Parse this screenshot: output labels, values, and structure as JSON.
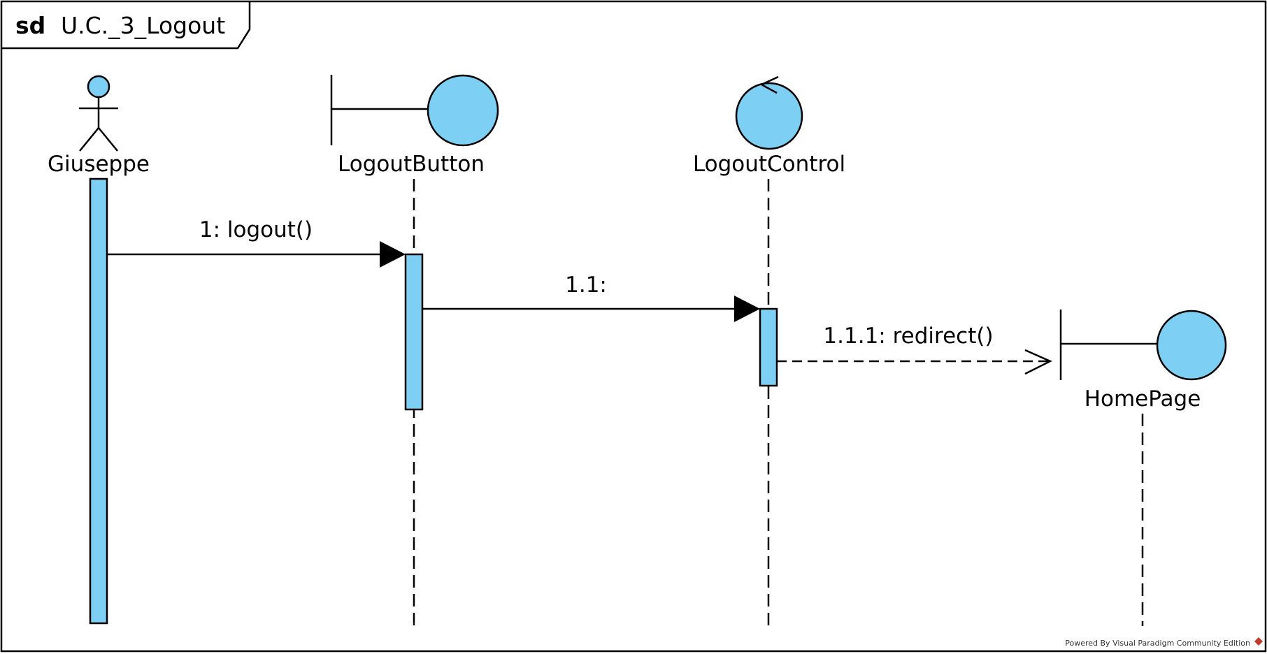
{
  "frame": {
    "keyword": "sd",
    "name": "U.C._3_Logout"
  },
  "lifelines": [
    {
      "name": "Giuseppe",
      "kind": "actor"
    },
    {
      "name": "LogoutButton",
      "kind": "boundary"
    },
    {
      "name": "LogoutControl",
      "kind": "control"
    },
    {
      "name": "HomePage",
      "kind": "boundary"
    }
  ],
  "messages": [
    {
      "label": "1: logout()",
      "from": "Giuseppe",
      "to": "LogoutButton",
      "style": "synchronous"
    },
    {
      "label": "1.1:",
      "from": "LogoutButton",
      "to": "LogoutControl",
      "style": "synchronous"
    },
    {
      "label": "1.1.1: redirect()",
      "from": "LogoutControl",
      "to": "HomePage",
      "style": "create-dashed"
    }
  ],
  "watermark": "Powered By Visual Paradigm Community Edition",
  "colors": {
    "fill": "#7dcff4",
    "stroke": "#000000",
    "watermark_icon": "#c0392b"
  }
}
